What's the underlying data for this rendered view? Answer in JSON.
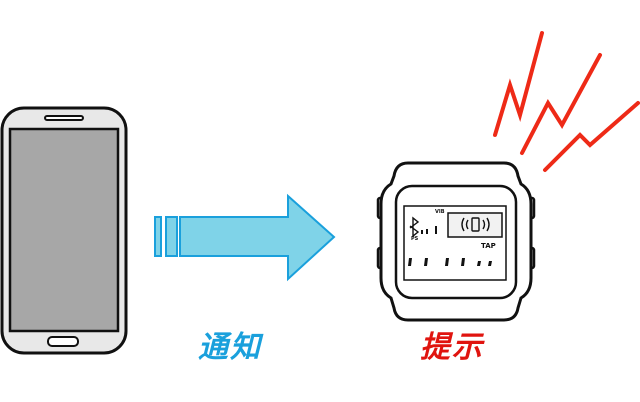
{
  "labels": {
    "notify": "通知",
    "alert": "提示"
  },
  "watch_display": {
    "vib": "VIB",
    "ps": "PS",
    "tap": "TAP"
  },
  "icons": [
    "smartphone-icon",
    "notification-arrow-icon",
    "vibration-zigzag-icon",
    "smartwatch-icon",
    "bluetooth-icon",
    "phone-vibration-icon"
  ],
  "colors": {
    "notify_label": "#1aa0dc",
    "alert_label": "#e0140f",
    "arrow_fill": "#7fd3e8",
    "arrow_stroke": "#1aa0dc",
    "zigzag": "#ee2a17",
    "phone_screen": "#a7a7a7",
    "phone_body": "#e8e8e8"
  }
}
